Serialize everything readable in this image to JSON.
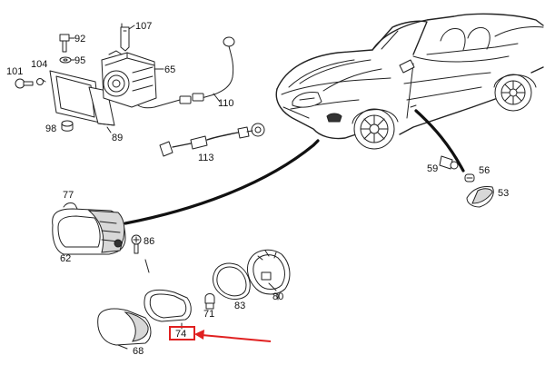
{
  "parts": [
    {
      "id": "107",
      "label": "107"
    },
    {
      "id": "92",
      "label": "92"
    },
    {
      "id": "95",
      "label": "95"
    },
    {
      "id": "101",
      "label": "101"
    },
    {
      "id": "104",
      "label": "104"
    },
    {
      "id": "65",
      "label": "65"
    },
    {
      "id": "110",
      "label": "110"
    },
    {
      "id": "98",
      "label": "98"
    },
    {
      "id": "89",
      "label": "89"
    },
    {
      "id": "113",
      "label": "113"
    },
    {
      "id": "77",
      "label": "77"
    },
    {
      "id": "86",
      "label": "86"
    },
    {
      "id": "62",
      "label": "62"
    },
    {
      "id": "59",
      "label": "59"
    },
    {
      "id": "56",
      "label": "56"
    },
    {
      "id": "53",
      "label": "53"
    },
    {
      "id": "71",
      "label": "71"
    },
    {
      "id": "83",
      "label": "83"
    },
    {
      "id": "80",
      "label": "80"
    },
    {
      "id": "74",
      "label": "74"
    },
    {
      "id": "68",
      "label": "68"
    }
  ],
  "highlight": {
    "part": "74",
    "color": "#e02020"
  },
  "colors": {
    "line": "#222222",
    "highlight": "#e02020",
    "background": "#ffffff"
  }
}
